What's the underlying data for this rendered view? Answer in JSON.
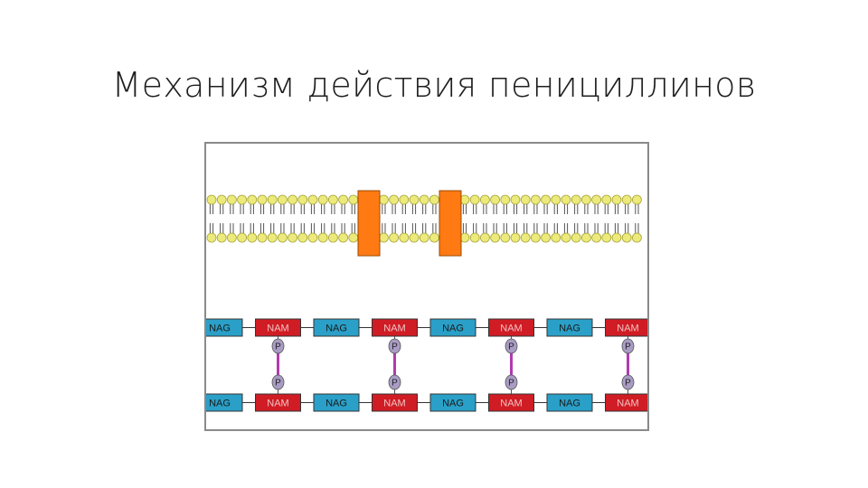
{
  "title": "Механизм действия пенициллинов",
  "diagram": {
    "rows": [
      {
        "blocks": [
          {
            "label": "NAG",
            "kind": "NAG"
          },
          {
            "label": "NAM",
            "kind": "NAM"
          },
          {
            "label": "NAG",
            "kind": "NAG"
          },
          {
            "label": "NAM",
            "kind": "NAM"
          },
          {
            "label": "NAG",
            "kind": "NAG"
          },
          {
            "label": "NAM",
            "kind": "NAM"
          },
          {
            "label": "NAG",
            "kind": "NAG"
          },
          {
            "label": "NAM",
            "kind": "NAM"
          }
        ]
      },
      {
        "blocks": [
          {
            "label": "NAG",
            "kind": "NAG"
          },
          {
            "label": "NAM",
            "kind": "NAM"
          },
          {
            "label": "NAG",
            "kind": "NAG"
          },
          {
            "label": "NAM",
            "kind": "NAM"
          },
          {
            "label": "NAG",
            "kind": "NAG"
          },
          {
            "label": "NAM",
            "kind": "NAM"
          },
          {
            "label": "NAG",
            "kind": "NAG"
          },
          {
            "label": "NAM",
            "kind": "NAM"
          }
        ]
      }
    ],
    "crosslink_label": "P",
    "colors": {
      "nag_fill": "#2aa0c8",
      "nam_fill": "#d01c24",
      "nam_text": "#f2c4c4",
      "nag_text": "#1a1a1a",
      "lipid_head": "#ecea7a",
      "lipid_head_stroke": "#a8a43a",
      "lipid_tail": "#555555",
      "protein": "#ff7a12",
      "protein_stroke": "#9a4a00",
      "phosphate": "#a99cc4",
      "crosslink": "#b23ab0"
    }
  }
}
